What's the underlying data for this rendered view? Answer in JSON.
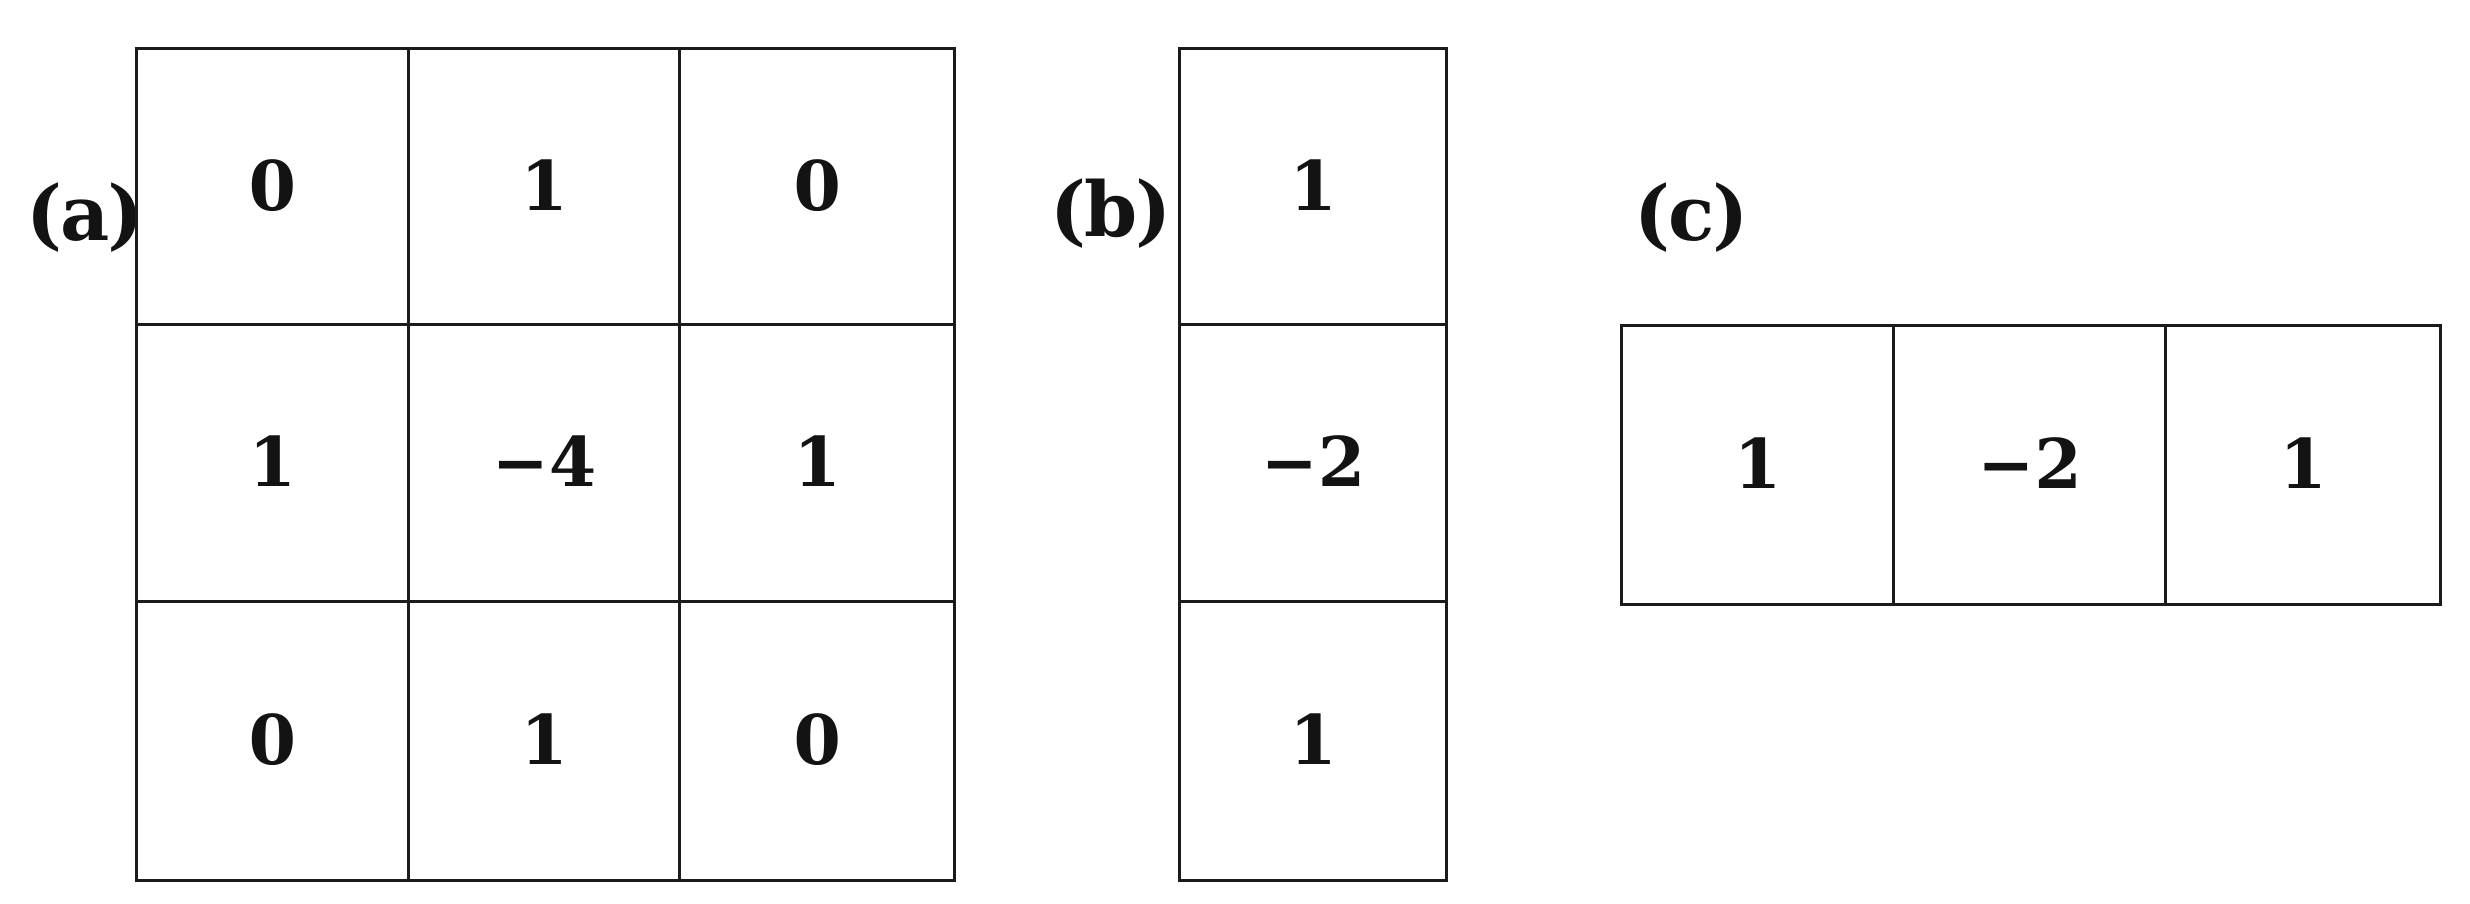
{
  "figure": {
    "background": "#ffffff",
    "text_color": "#131313",
    "border_color": "#1b1b1b",
    "panels": [
      {
        "label": "(a)",
        "rows": 3,
        "cols": 3,
        "cells": [
          [
            "0",
            "1",
            "0"
          ],
          [
            "1",
            "−4",
            "1"
          ],
          [
            "0",
            "1",
            "0"
          ]
        ]
      },
      {
        "label": "(b)",
        "rows": 3,
        "cols": 1,
        "cells": [
          [
            "1"
          ],
          [
            "−2"
          ],
          [
            "1"
          ]
        ]
      },
      {
        "label": "(c)",
        "rows": 1,
        "cols": 3,
        "cells": [
          [
            "1",
            "−2",
            "1"
          ]
        ]
      }
    ]
  }
}
